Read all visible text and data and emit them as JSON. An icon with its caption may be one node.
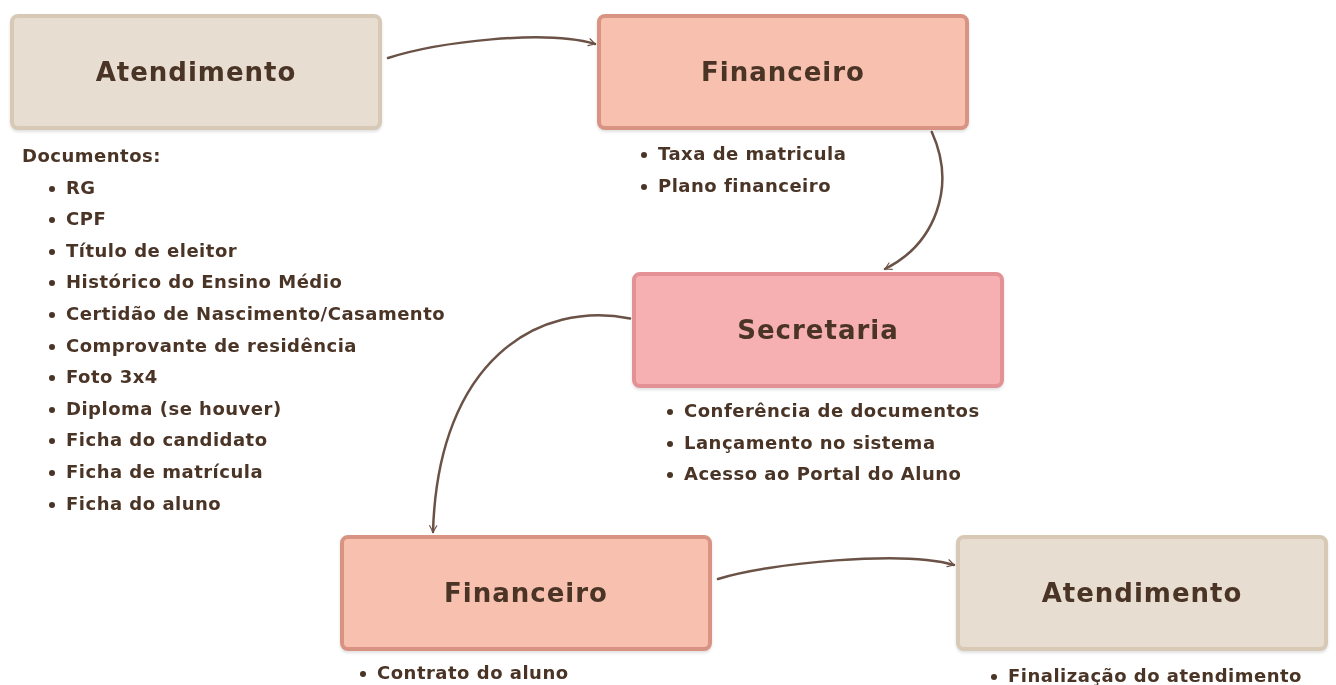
{
  "diagram": {
    "nodes": [
      {
        "text": [
          "Atendimento"
        ],
        "beside": [
          "Documentos:",
          "RG",
          "CPF",
          "Título de eleitor",
          "Histórico do Ensino Médio",
          "Certidão de Nascimento/Casamento",
          "Comprovante de residência",
          "Foto 3x4",
          "Diploma (se houver)",
          "Ficha do candidato",
          "Ficha de matrícula",
          "Ficha do aluno"
        ]
      },
      {
        "text": [
          "Financeiro"
        ],
        "beside": [
          "Taxa de matricula",
          "Plano financeiro"
        ]
      },
      {
        "text": [
          "Secretaria"
        ],
        "beside": [
          "Conferência de documentos",
          "Lançamento no sistema",
          "Acesso ao Portal do Aluno"
        ]
      },
      {
        "text": [
          "Financeiro"
        ],
        "beside": [
          "Contrato do aluno"
        ]
      },
      {
        "text": [
          "Atendimento"
        ],
        "beside": [
          "Finalização do atendimento"
        ]
      }
    ],
    "edges": [
      {
        "from": 0,
        "to": 1,
        "arrow": "to"
      },
      {
        "from": 1,
        "to": 2,
        "arrow": "to"
      },
      {
        "from": 2,
        "to": 3,
        "arrow": "to"
      },
      {
        "from": 3,
        "to": 4,
        "arrow": "to"
      }
    ]
  }
}
